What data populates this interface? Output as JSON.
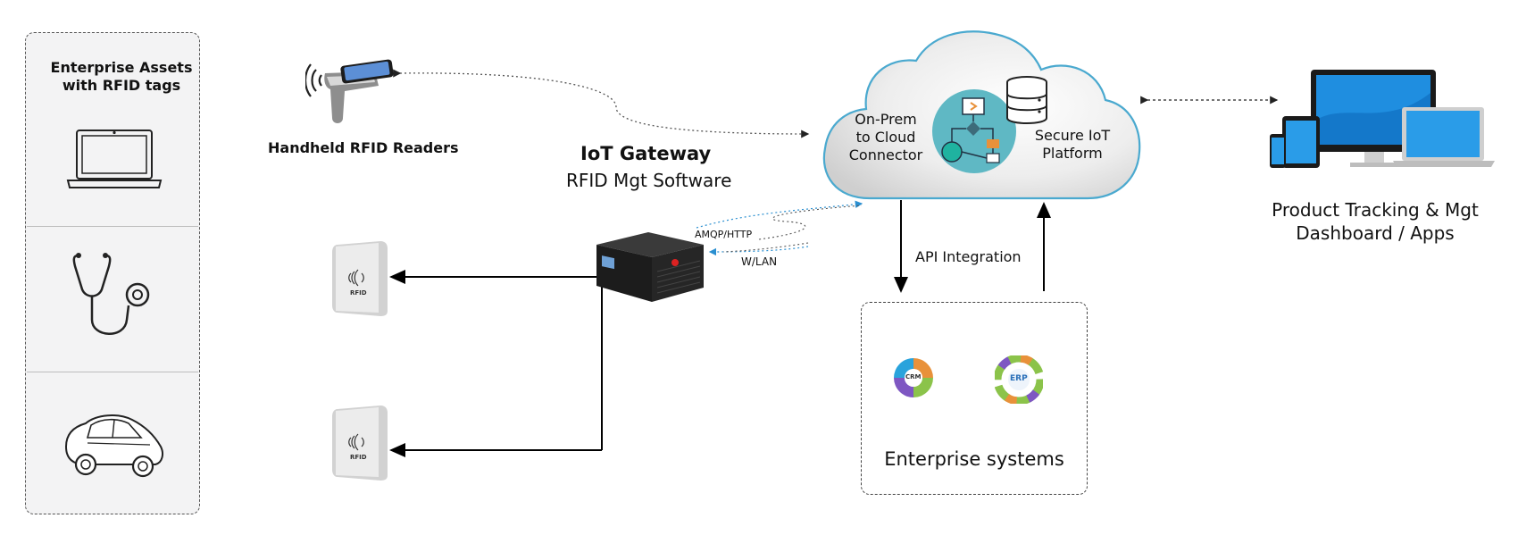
{
  "assets": {
    "title_line1": "Enterprise Assets",
    "title_line2": "with RFID tags",
    "items": [
      "laptop-icon",
      "stethoscope-icon",
      "car-icon"
    ]
  },
  "handheld": {
    "label": "Handheld RFID Readers"
  },
  "gateway": {
    "title": "IoT Gateway",
    "subtitle": "RFID Mgt Software",
    "protocol": "AMQP/HTTP",
    "network": "W/LAN"
  },
  "rfid_reader": {
    "tag_text": "RFID"
  },
  "cloud": {
    "left_line1": "On-Prem",
    "left_line2": "to Cloud",
    "left_line3": "Connector",
    "right_line1": "Secure IoT",
    "right_line2": "Platform"
  },
  "api": {
    "label": "API Integration"
  },
  "enterprise": {
    "label": "Enterprise systems",
    "crm_text": "CRM",
    "erp_text": "ERP"
  },
  "dashboard": {
    "line1": "Product Tracking & Mgt",
    "line2": "Dashboard / Apps"
  },
  "colors": {
    "cloud_border": "#4aa9cf",
    "platform_teal": "#5fb8c4",
    "accent_orange": "#e8913a",
    "screen_blue": "#1f8ee0",
    "panel_bg": "#f3f3f4"
  }
}
